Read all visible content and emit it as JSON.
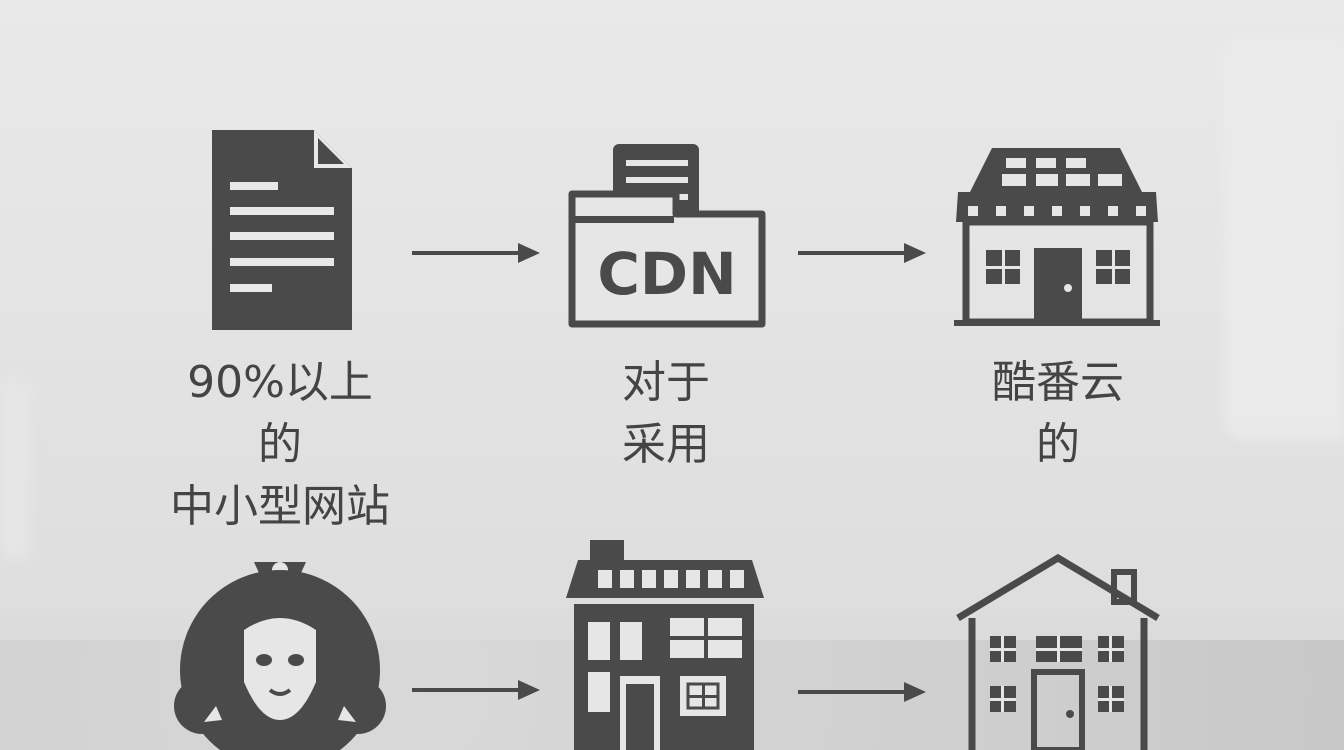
{
  "nodes": [
    {
      "icon": "document-icon",
      "label": "90%以上\n的\n中小型网站"
    },
    {
      "icon": "cdn-folder-icon",
      "label": "对于\n采用",
      "icon_text": "CDN"
    },
    {
      "icon": "storefront-icon",
      "label": "酷番云\n的"
    },
    {
      "icon": "masked-figure-icon",
      "label": ""
    },
    {
      "icon": "office-building-icon",
      "label": ""
    },
    {
      "icon": "house-icon",
      "label": ""
    }
  ],
  "colors": {
    "icon": "#4a4a4a",
    "background": "#e5e5e5",
    "text": "#444444"
  }
}
